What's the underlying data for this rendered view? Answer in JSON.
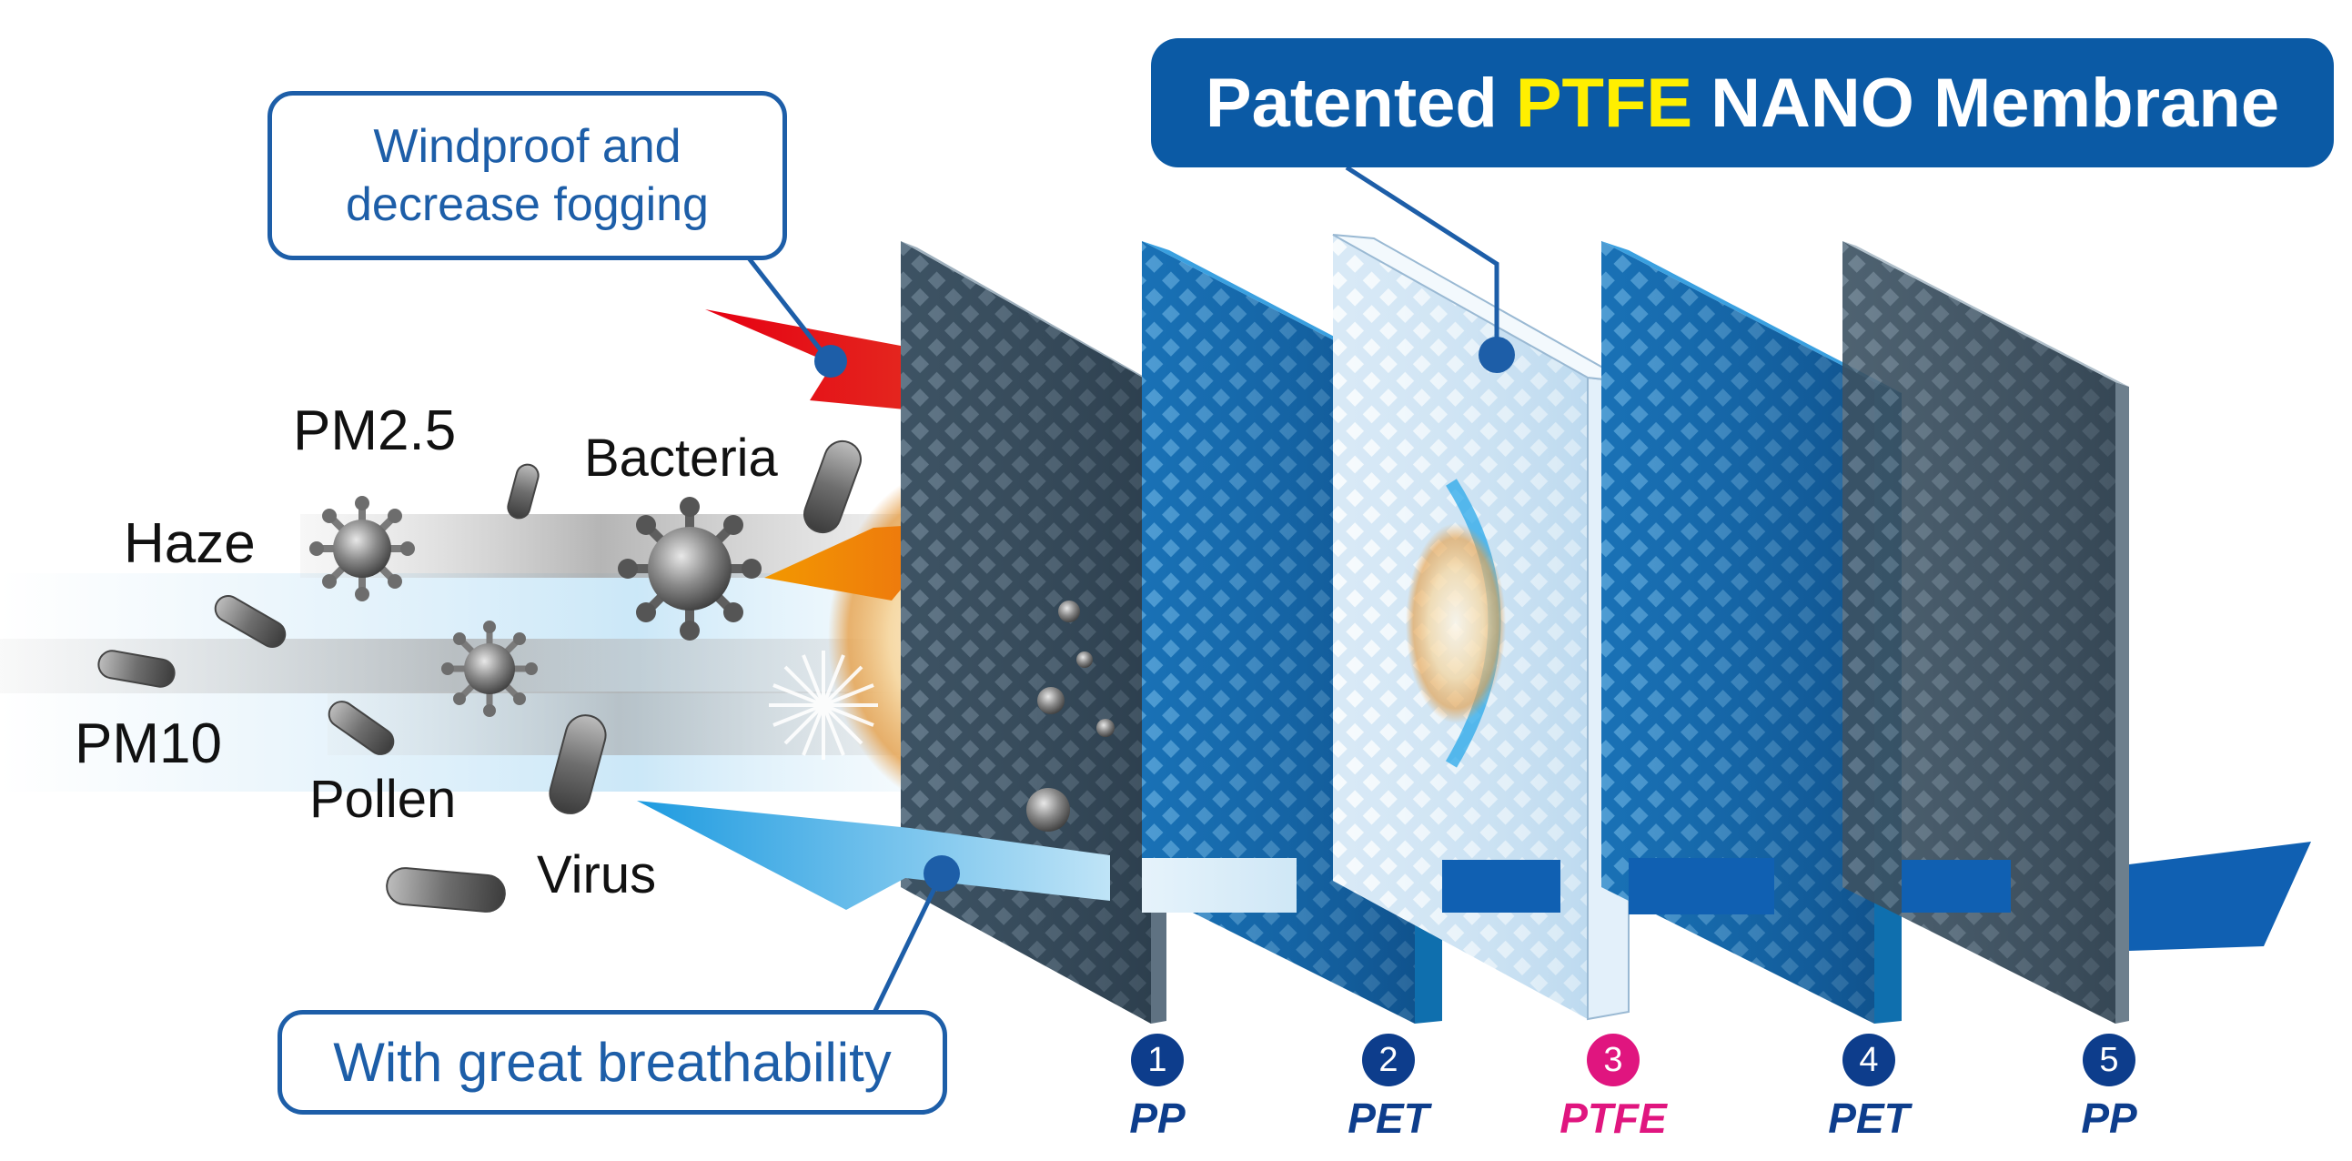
{
  "title": {
    "prefix": "Patented",
    "highlight": "PTFE",
    "suffix": "NANO Membrane"
  },
  "callouts": {
    "windproof": [
      "Windproof and",
      "decrease fogging"
    ],
    "breathability": "With great breathability"
  },
  "particles": [
    "PM2.5",
    "Bacteria",
    "Haze",
    "PM10",
    "Pollen",
    "Virus"
  ],
  "layers": [
    {
      "number": "1",
      "material": "PP"
    },
    {
      "number": "2",
      "material": "PET"
    },
    {
      "number": "3",
      "material": "PTFE"
    },
    {
      "number": "4",
      "material": "PET"
    },
    {
      "number": "5",
      "material": "PP"
    }
  ],
  "colors": {
    "brand_blue": "#0b5aa5",
    "layer_label_blue": "#0d3d8c",
    "ptfe_magenta": "#e0157f",
    "title_highlight": "#ffef00",
    "wind_arrow": "#e11c1c",
    "particle_arrow": "#f08a00",
    "air_arrow": "#1e9be0"
  }
}
